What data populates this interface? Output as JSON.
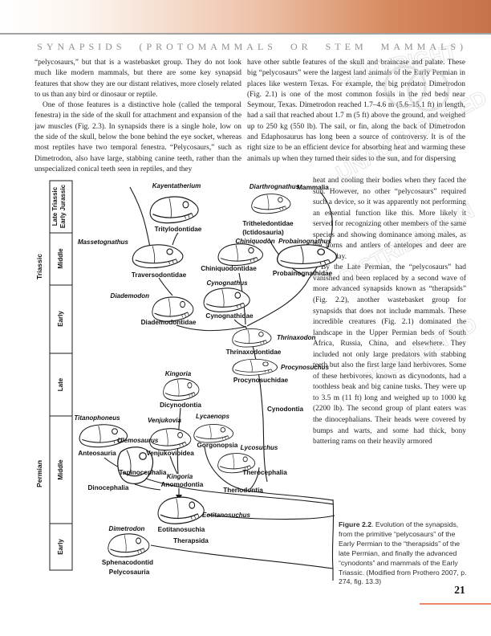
{
  "header": {
    "title": "SYNAPSIDS (PROTOMAMMALS OR STEM MAMMALS)"
  },
  "body": {
    "left_p1": "“pelycosaurs,” but that is a wastebasket group. They do not look much like modern mammals, but there are some key synapsid features that show they are our distant relatives, more closely related to us than any bird or dinosaur or reptile.",
    "left_p2": "One of those features is a distinctive hole (called the temporal fenestra) in the side of the skull for attachment and expansion of the jaw muscles (Fig. 2.3). In synapsids there is a single hole, low on the side of the skull, below the bone behind the eye socket, whereas most reptiles have two temporal fenestra. “Pelycosaurs,” such as Dimetrodon, also have large, stabbing canine teeth, rather than the unspecialized conical teeth seen in reptiles, and they",
    "right_p1": "have other subtle features of the skull and braincase and palate. These big “pelycosaurs” were the largest land animals of the Early Permian in places like western Texas. For example, the big predator Dimetrodon (Fig. 2.1) is one of the most common fossils in the red beds near Seymour, Texas. Dimetrodon reached 1.7–4.6 m (5.6–15.1 ft) in length, had a sail that reached about 1.7 m (5 ft) above the ground, and weighed up to 250 kg (550 lb). The sail, or fin, along the back of Dimetrodon and Edaphosaurus has long been a source of controversy. It is of the right size to be an efficient device for absorbing heat and warming these animals up when they turned their sides to the sun, and for dispersing",
    "right_p2": "heat and cooling their bodies when they faced the sun. However, no other “pelycosaurs” required such a device, so it was apparently not performing an essential function like this. More likely it served for recognizing other members of the same species and showing dominance among males, as the horns and antlers of antelopes and deer are used today.",
    "right_p3": "By the Late Permian, the “pelycosaurs” had vanished and been replaced by a second wave of more advanced synapsids known as “therapsids” (Fig. 2.2), another wastebasket group for synapsids that does not include mammals. These incredible creatures (Fig. 2.1) dominated the landscape in the Upper Permian beds of South Africa, Russia, China, and elsewhere. They included not only large predators with stabbing teeth but also the first large land herbivores. Some of these herbivores, known as dicynodonts, had a toothless beak and big canine tusks. They were up to 3.5 m (11 ft) long and weighed up to 1000 kg (2200 lb). The second group of plant eaters was the dinocephalians. Their heads were covered by bumps and warts, and some had thick, bony battering rams on their heavily armored"
  },
  "caption": {
    "label": "Figure 2.2",
    "text": ". Evolution of the synapsids, from the primitive “pelycosaurs” of the Early Permian to the “therapsids” of the late Permian, and finally the advanced “cynodonts” and mammals of the Early Triassic. (Modified from Prothero 2007, p. 274, fig. 13.3)"
  },
  "footer": {
    "page_number": "21",
    "rule_color": "#ec8a62"
  },
  "watermark": {
    "word1": "COPYRIGHT",
    "word2": "UNAUTHORIZED",
    "word3": "DISTRIBUTION",
    "word4": "PROHIBITED"
  },
  "scale": {
    "triassic": "Triassic",
    "permian": "Permian",
    "t_late_a": "Late Triassic",
    "t_late_b": "Early Jurassic",
    "t_mid": "Middle",
    "t_early": "Early",
    "p_late": "Late",
    "p_mid": "Middle",
    "p_early": "Early"
  },
  "fig": {
    "g_kayentatherium": "Kayentatherium",
    "c_tritylodontidae": "Tritylodontidae",
    "g_massetognathus": "Massetognathus",
    "c_traversodontidae": "Traversodontidae",
    "g_diademodon": "Diademodon",
    "c_diademodontidae": "Diademodontidae",
    "g_diarthrognathus": "Diarthrognathus",
    "c_mammalia": "Mammalia",
    "c_tritheledontidae": "Tritheledontidae",
    "c_ictidosauria": "(Ictidosauria)",
    "g_chiniquodon": "Chiniquodon",
    "c_chiniquodontidae": "Chiniquodontidae",
    "g_probainognathus": "Probainognathus",
    "c_probainognathidae": "Probainognathidae",
    "g_cynognathus": "Cynognathus",
    "c_cynognathidae": "Cynognathidae",
    "g_thrinaxodon": "Thrinaxodon",
    "c_thrinaxodontidae": "Thrinaxodontidae",
    "g_procynosuchus": "Procynosuchus",
    "c_procynosuchidae": "Procynosuchidae",
    "c_cynodontia": "Cynodontia",
    "g_kingoria": "Kingoria",
    "c_dicynodontia": "Dicynodontia",
    "g_lycaenops": "Lycaenops",
    "c_gorgonopsia": "Gorgonopsia",
    "g_lycosuchus": "Lycosuchus",
    "c_therocephalia": "Therocephalia",
    "g_titanophoneus": "Titanophoneus",
    "c_anteosauria": "Anteosauria",
    "g_venjukovia": "Venjukovia",
    "c_venjukovioidea": "Venjukovioidea",
    "g_ulemosaurus": "Ulemosaurus",
    "c_tapinocephalia": "Tapinocephalia",
    "g_kingoria2": "Kingoria",
    "c_anomodontia": "Anomodontia",
    "c_dinocephalia": "Dinocephalia",
    "c_theriodontia": "Theriodontia",
    "g_eotitanosuchus": "Eotitanosuchus",
    "c_eotitanosuchia": "Eotitanosuchia",
    "c_therapsida": "Therapsida",
    "g_dimetrodon": "Dimetrodon",
    "c_sphenacodontid": "Sphenacodontid",
    "c_pelycosauria": "Pelycosauria"
  }
}
